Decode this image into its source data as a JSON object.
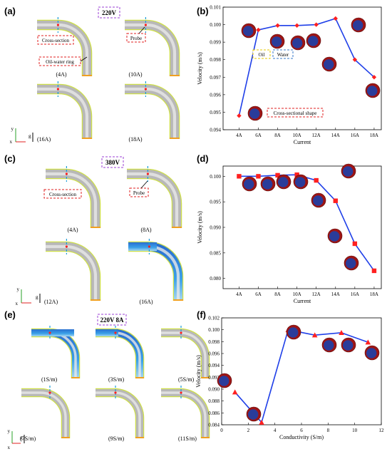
{
  "panels": {
    "a": "(a)",
    "b": "(b)",
    "c": "(c)",
    "d": "(d)",
    "e": "(e)",
    "f": "(f)"
  },
  "sim_a": {
    "condition": "220V",
    "captions": [
      "(4A)",
      "(10A)",
      "(16A)",
      "(18A)"
    ],
    "tag_cross_section": "Cross-section",
    "tag_probe": "Probe",
    "tag_ring": "Oil-water ring"
  },
  "sim_c": {
    "condition": "380V",
    "captions": [
      "(4A)",
      "(8A)",
      "(12A)",
      "(16A)"
    ],
    "tag_cross_section": "Cross-section",
    "tag_probe": "Probe"
  },
  "sim_e": {
    "condition": "220V 8A",
    "captions": [
      "(1S/m)",
      "(3S/m)",
      "(5S/m)",
      "(7S/m)",
      "(9S/m)",
      "(11S/m)"
    ]
  },
  "axes_glyphs": {
    "y": "y",
    "x": "x",
    "g": "g"
  },
  "annotations_b": {
    "oil": "Oil",
    "water": "Water",
    "shape": "Cross-sectional shape"
  },
  "colors": {
    "line": "#1f3fe8",
    "marker": "#ff2020",
    "tag_red": "#e02020",
    "tag_purple": "#9b3fd6",
    "tag_blue": "#3a78c8",
    "tag_yellow": "#e6c800",
    "pipe": "#b8b8b8",
    "pipe_edge": "#cfe04a",
    "probe": "#1a9cd8"
  },
  "chart_data": [
    {
      "type": "line",
      "categories": [
        "4A",
        "6A",
        "8A",
        "10A",
        "12A",
        "14A",
        "16A",
        "18A"
      ],
      "series": [
        {
          "values": [
            0.0948,
            0.0997,
            0.09995,
            0.09995,
            0.1,
            0.10035,
            0.098,
            0.097
          ]
        }
      ],
      "title": "",
      "xlabel": "Current",
      "ylabel": "Velocity (m/s)",
      "ylim": [
        0.094,
        0.101
      ],
      "yticks": [
        "0.094",
        "0.095",
        "0.096",
        "0.097",
        "0.098",
        "0.099",
        "0.100",
        "0.101"
      ],
      "marker": "diamond"
    },
    {
      "type": "line",
      "categories": [
        "4A",
        "6A",
        "8A",
        "10A",
        "12A",
        "14A",
        "16A",
        "18A"
      ],
      "series": [
        {
          "values": [
            0.1,
            0.1,
            0.1002,
            0.1003,
            0.0992,
            0.0952,
            0.0868,
            0.0815
          ]
        }
      ],
      "title": "",
      "xlabel": "Current",
      "ylabel": "Velocity (m/s)",
      "ylim": [
        0.078,
        0.102
      ],
      "yticks": [
        "0.080",
        "0.085",
        "0.090",
        "0.095",
        "0.100"
      ],
      "marker": "square"
    },
    {
      "type": "line",
      "x": [
        1,
        3,
        5,
        7,
        9,
        11
      ],
      "series": [
        {
          "values": [
            0.0895,
            0.0844,
            0.1,
            0.0991,
            0.0995,
            0.0979
          ]
        }
      ],
      "title": "",
      "xlabel": "Conductivity (S/m)",
      "ylabel": "Velocity (m/s)",
      "xlim": [
        0,
        12
      ],
      "ylim": [
        0.084,
        0.102
      ],
      "xticks": [
        "0",
        "2",
        "4",
        "6",
        "8",
        "10",
        "12"
      ],
      "yticks": [
        "0.084",
        "0.086",
        "0.088",
        "0.090",
        "0.092",
        "0.094",
        "0.096",
        "0.098",
        "0.100",
        "0.102"
      ],
      "marker": "triangle"
    }
  ]
}
